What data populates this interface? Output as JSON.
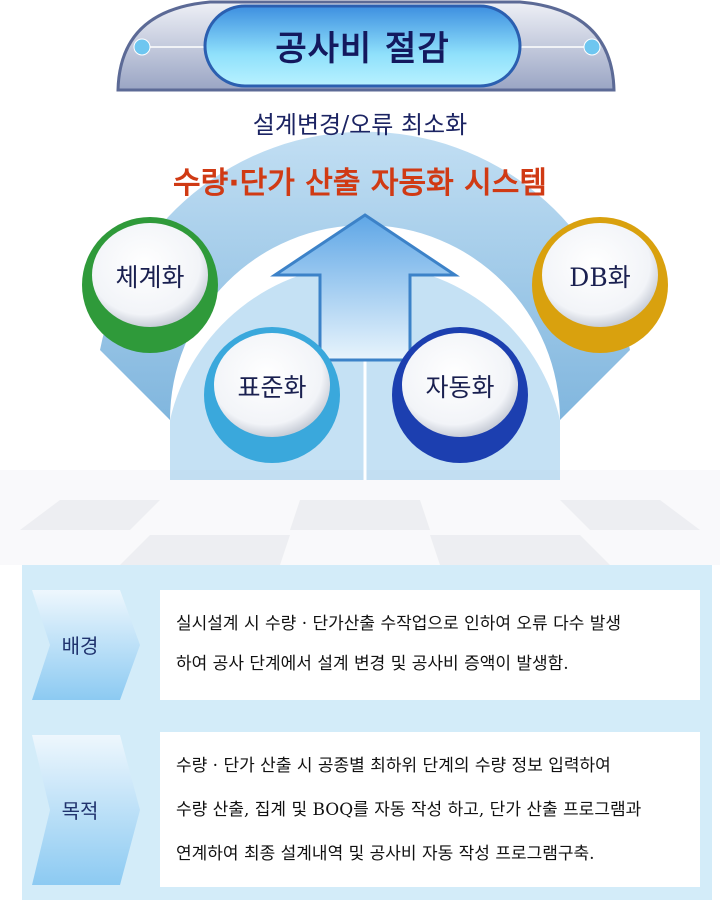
{
  "header": {
    "title": "공사비 절감"
  },
  "subtitle": "설계변경/오류 최소화",
  "main_title": "수량·단가 산출 자동화 시스템",
  "spheres": [
    {
      "label": "체계화",
      "color": "#2f9a3a"
    },
    {
      "label": "표준화",
      "color": "#3aa8dc"
    },
    {
      "label": "자동화",
      "color": "#1c3fb0"
    },
    {
      "label": "DB화",
      "color": "#d9a10e"
    }
  ],
  "sections": [
    {
      "label": "배경",
      "lines": [
        "실시설계 시 수량 · 단가산출 수작업으로 인하여 오류 다수 발생",
        "하여 공사 단계에서 설계 변경 및 공사비 증액이 발생함."
      ]
    },
    {
      "label": "목적",
      "lines": [
        "수량 · 단가 산출 시 공종별 최하위 단계의 수량 정보 입력하여",
        "수량 산출, 집계 및 BOQ를 자동 작성 하고, 단가 산출 프로그램과",
        "연계하여  최종 설계내역 및 공사비 자동 작성 프로그램구축."
      ]
    }
  ]
}
